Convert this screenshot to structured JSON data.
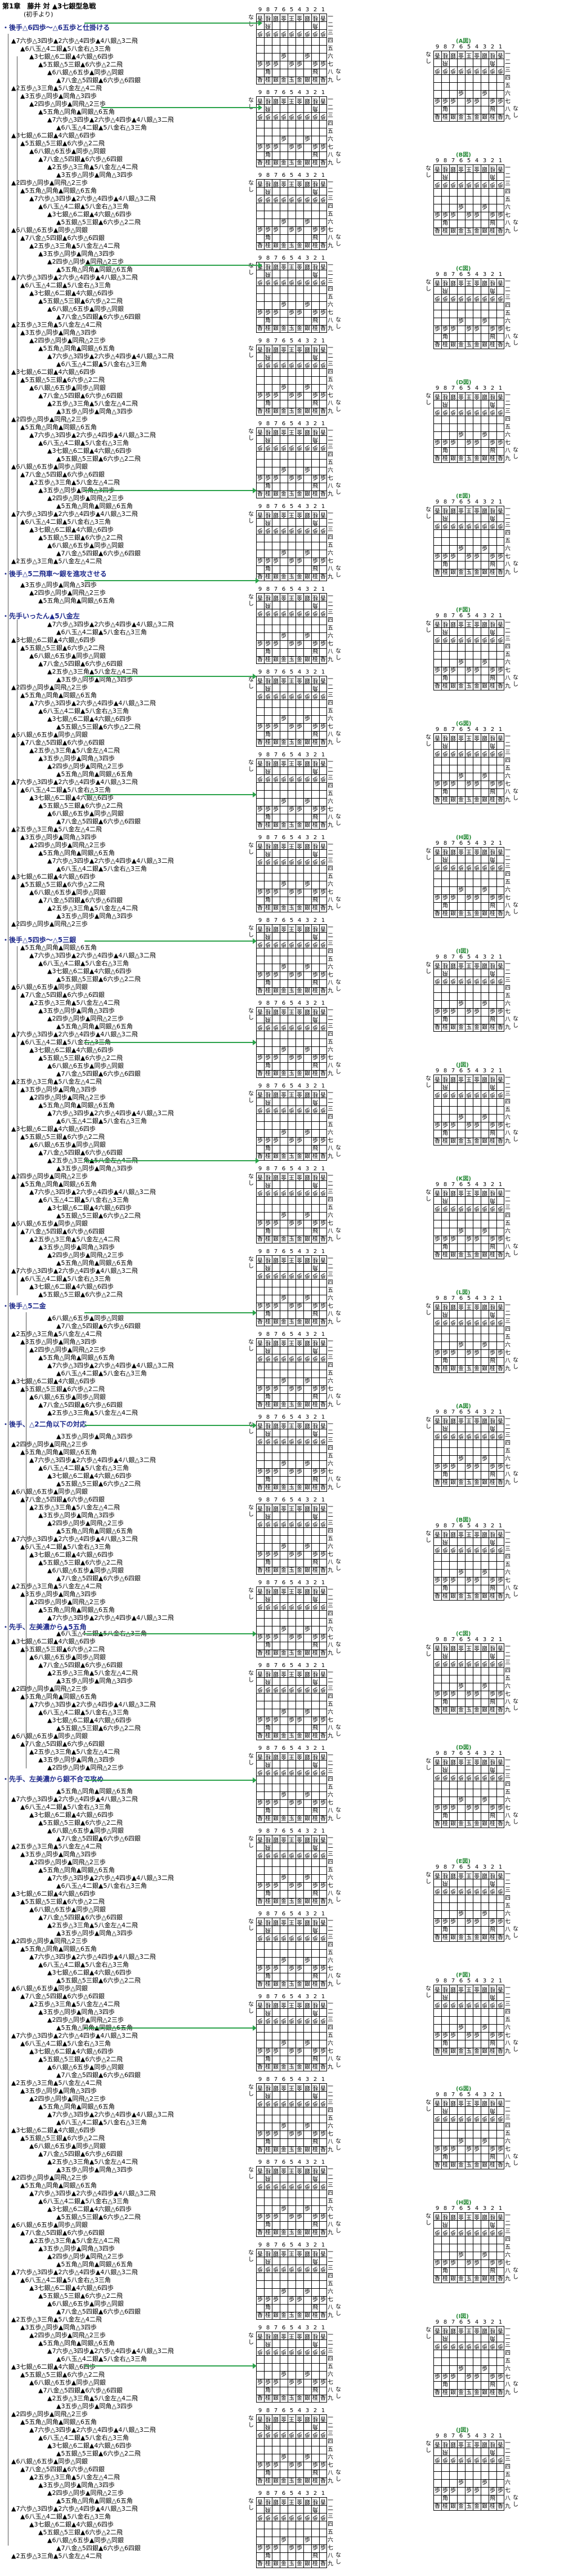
{
  "title": "第1章　藤井 対 ▲3七銀型急戦",
  "subtitle": "(初手より)",
  "sections": [
    "・後手△6四歩～△6五歩と仕掛ける",
    "・後手△5二飛車～銀を進攻させる",
    "・先手いったん▲5八金左",
    "・後手△5四歩～△5三銀",
    "・後手△5二金",
    "・後手、△2二角以下の対応",
    "・先手、左美濃から▲5五角",
    "・先手、左美濃から銀不合で攻め"
  ],
  "lines": [
    "▲7六歩△3四歩▲2六歩△4四歩▲4八銀△3二飛",
    "▲6八玉△4二銀▲5八金右△3三角",
    "▲3七銀△6二銀▲4六銀△6四歩",
    "▲5五銀△5三銀▲6六歩△2二飛",
    "▲6八銀△6五歩▲同歩△同銀",
    "▲7八金△5四銀▲6六歩△6四銀",
    "▲2五歩△3三角▲5八金左△4二飛",
    "▲3五歩△同歩▲同角△3四歩",
    "▲2四歩△同歩▲同飛△2三歩",
    "▲5五角△同角▲同銀△6五角"
  ],
  "notes": [
    "(A図)",
    "(B図)",
    "(C図)",
    "(D図)",
    "(E図)",
    "(F図)",
    "(G図)",
    "(H図)",
    "(I図)",
    "(J図)",
    "(K図)",
    "(L図)"
  ],
  "board_files": [
    "9",
    "8",
    "7",
    "6",
    "5",
    "4",
    "3",
    "2",
    "1"
  ],
  "board_ranks": [
    "一",
    "二",
    "三",
    "四",
    "五",
    "六",
    "七",
    "八",
    "九"
  ],
  "hand_none": "な\nし",
  "pieces": [
    "香",
    "桂",
    "銀",
    "金",
    "玉",
    "角",
    "飛",
    "歩",
    "王"
  ],
  "colors": {
    "section": "#1e2a8c",
    "accent": "#2aa24a",
    "caption": "#2a8c3a"
  }
}
